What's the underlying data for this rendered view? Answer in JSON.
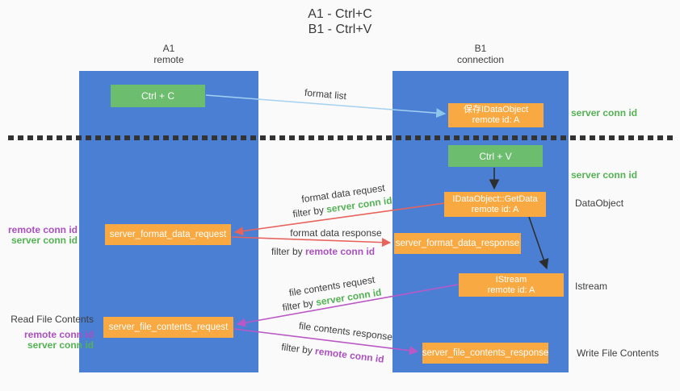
{
  "title": {
    "line1": "A1 - Ctrl+C",
    "line2": "B1 - Ctrl+V"
  },
  "lanes": {
    "left": {
      "id": "A1",
      "subtitle": "remote"
    },
    "right": {
      "id": "B1",
      "subtitle": "connection"
    }
  },
  "nodes": {
    "ctrl_c": {
      "label": "Ctrl + C"
    },
    "save_idataobject": {
      "line1": "保存IDataObject",
      "line2": "remote id: A"
    },
    "ctrl_v": {
      "label": "Ctrl + V"
    },
    "getdata": {
      "line1": "IDataObject::GetData",
      "line2": "remote id: A"
    },
    "server_format_data_request": {
      "label": "server_format_data_request"
    },
    "server_format_data_response": {
      "label": "server_format_data_response"
    },
    "istream": {
      "line1": "IStream",
      "line2": "remote id: A"
    },
    "server_file_contents_request": {
      "label": "server_file_contents_request"
    },
    "server_file_contents_response": {
      "label": "server_file_contents_response"
    }
  },
  "side_labels": {
    "server_conn_id_top": "server conn id",
    "server_conn_id_mid": "server conn id",
    "dataobject": "DataObject",
    "istream": "Istream",
    "write_file_contents": "Write File Contents",
    "read_file_contents": "Read File Contents",
    "format_remote_conn_id": "remote conn id",
    "format_server_conn_id": "server conn id",
    "file_remote_conn_id": "remote conn id",
    "file_server_conn_id": "server conn id"
  },
  "arrow_labels": {
    "format_list": "format list",
    "format_data_request": "format data request",
    "format_data_request_filter_prefix": "filter by",
    "format_data_request_filter_value": "server conn id",
    "format_data_response": "format data response",
    "format_data_response_filter_prefix": "filter by",
    "format_data_response_filter_value": "remote conn id",
    "file_contents_request": "file contents request",
    "file_contents_request_filter_prefix": "filter by",
    "file_contents_request_filter_value": "server conn id",
    "file_contents_response": "file contents response",
    "file_contents_response_filter_prefix": "filter by",
    "file_contents_response_filter_value": "remote conn id"
  },
  "colors": {
    "lane_blue": "#4a7fd4",
    "box_green": "#6cbe6e",
    "box_orange": "#f9a942",
    "text_green": "#53b353",
    "text_purple": "#ab4fc1",
    "arrow_red": "#e8635c",
    "arrow_purple": "#bb58c5",
    "arrow_light_blue": "#a3d1f0",
    "arrow_black": "#2e2e2e",
    "divider_black": "#333333"
  }
}
